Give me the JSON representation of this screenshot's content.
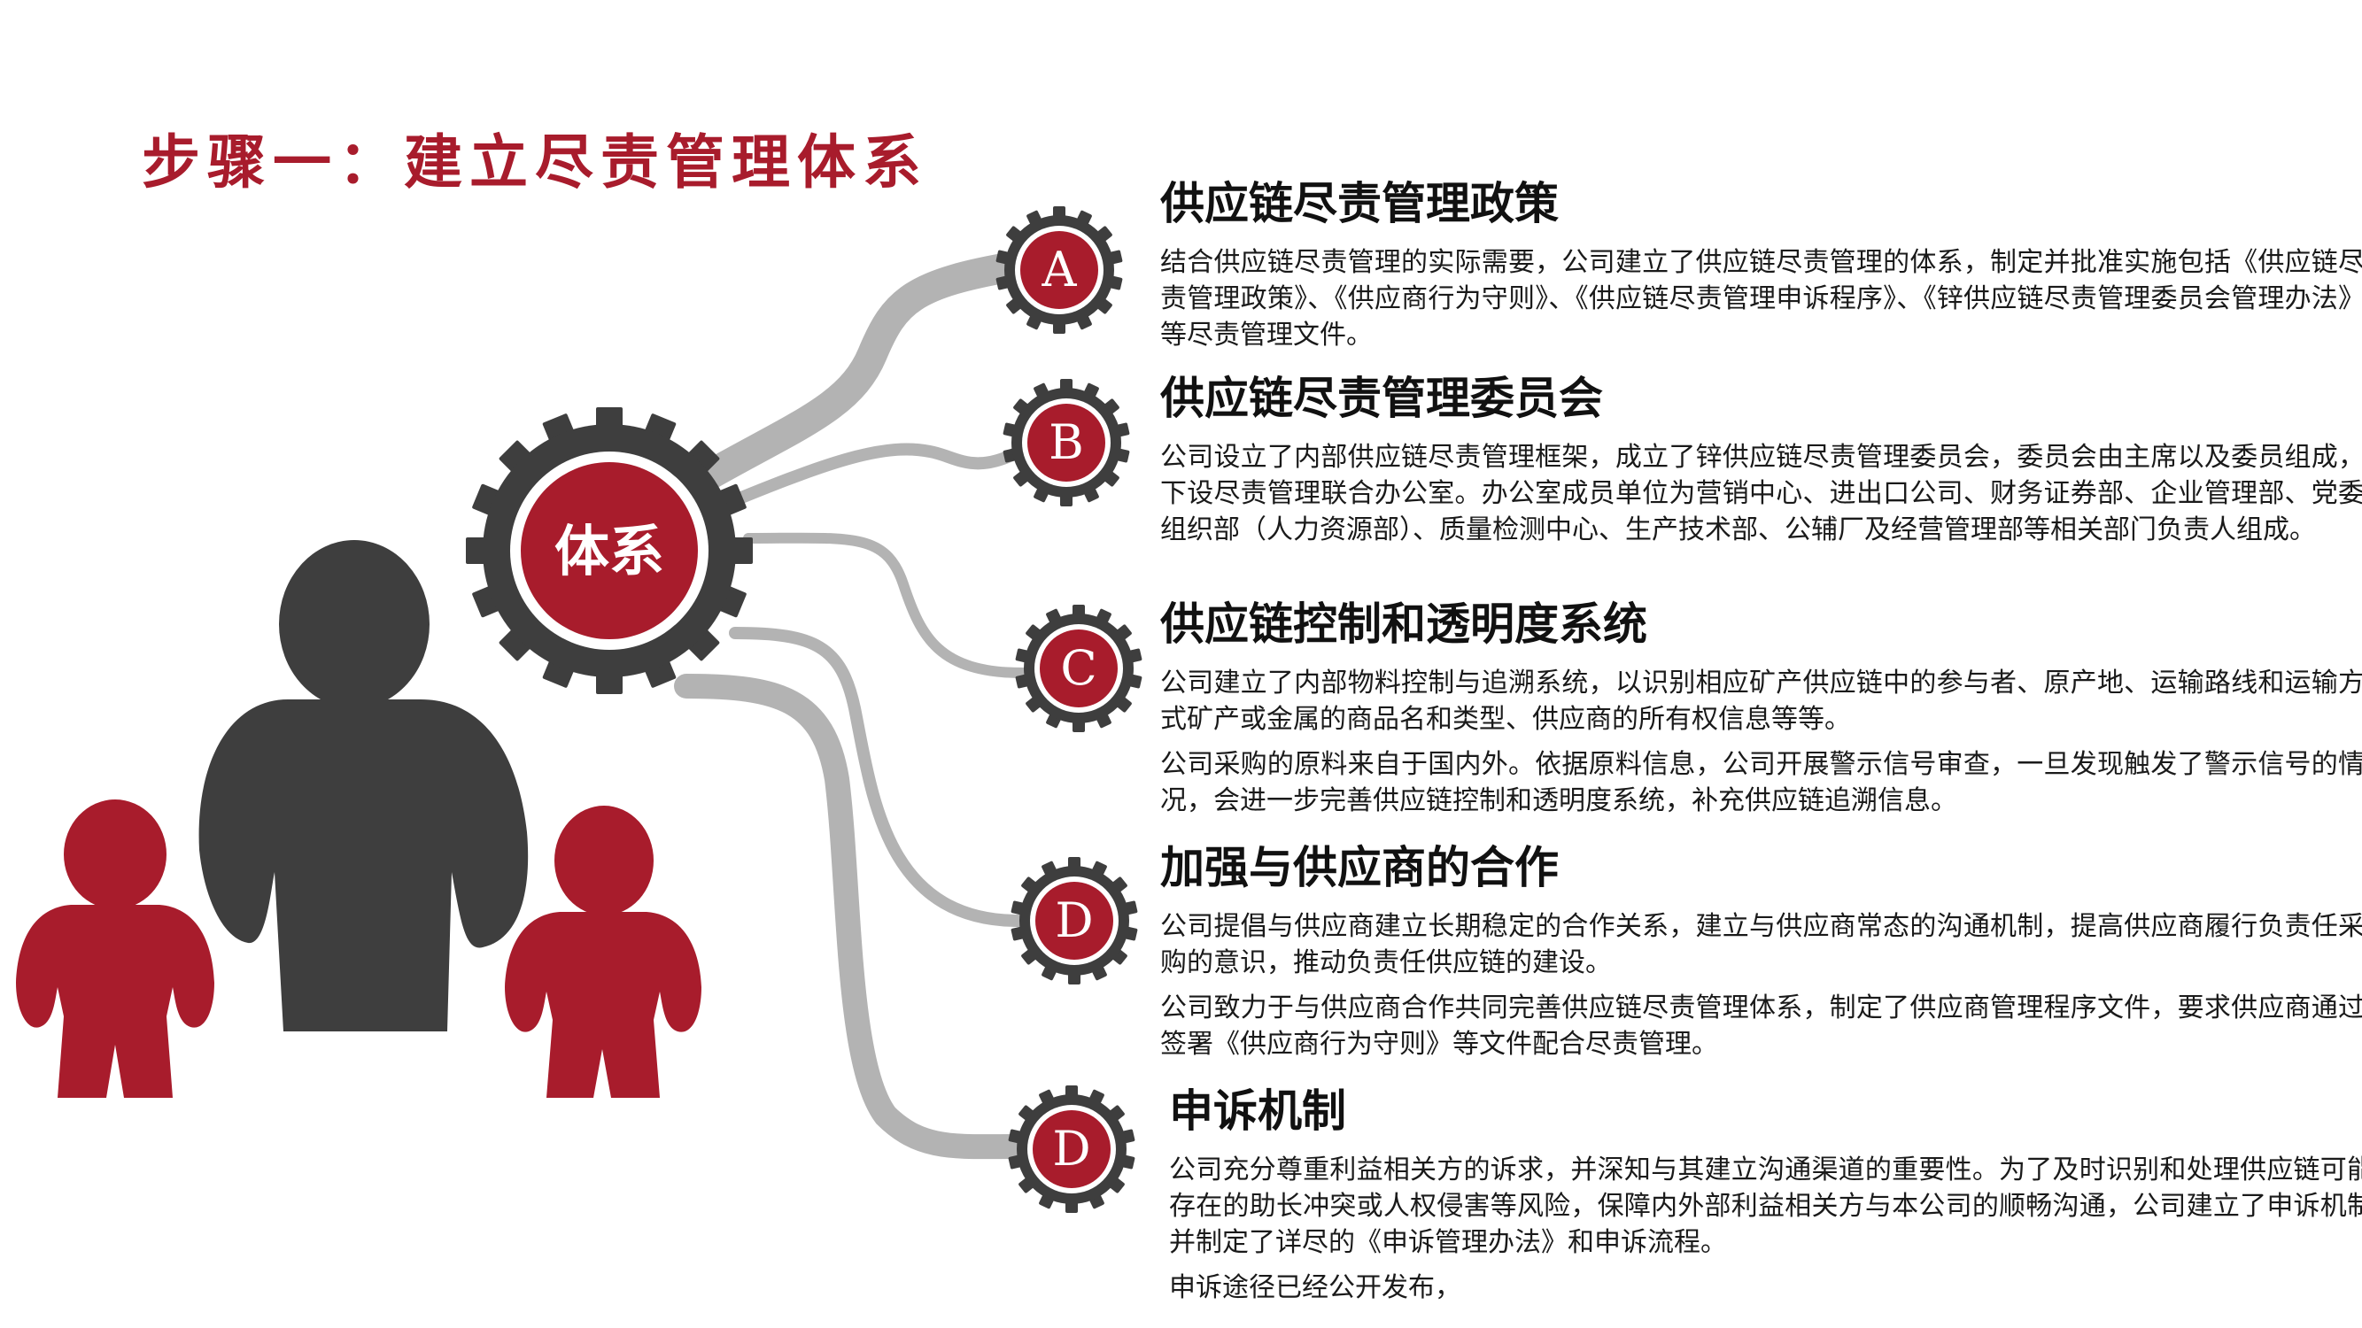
{
  "title": "步骤一：建立尽责管理体系",
  "hub": {
    "label": "体系"
  },
  "colors": {
    "accent": "#a81c2c",
    "gear": "#3e3e3e",
    "connector": "#b3b3b3",
    "figure_dark": "#3e3e3e"
  },
  "sections": [
    {
      "badge": "A",
      "heading": "供应链尽责管理政策",
      "paragraphs": [
        "结合供应链尽责管理的实际需要，公司建立了供应链尽责管理的体系，制定并批准实施包括《供应链尽责管理政策》、《供应商行为守则》、《供应链尽责管理申诉程序》、《锌供应链尽责管理委员会管理办法》等尽责管理文件。"
      ]
    },
    {
      "badge": "B",
      "heading": "供应链尽责管理委员会",
      "paragraphs": [
        "公司设立了内部供应链尽责管理框架，成立了锌供应链尽责管理委员会，委员会由主席以及委员组成，下设尽责管理联合办公室。办公室成员单位为营销中心、进出口公司、财务证券部、企业管理部、党委组织部（人力资源部）、质量检测中心、生产技术部、公辅厂及经营管理部等相关部门负责人组成。"
      ]
    },
    {
      "badge": "C",
      "heading": "供应链控制和透明度系统",
      "paragraphs": [
        "公司建立了内部物料控制与追溯系统，以识别相应矿产供应链中的参与者、原产地、运输路线和运输方式矿产或金属的商品名和类型、供应商的所有权信息等等。",
        "公司采购的原料来自于国内外。依据原料信息，公司开展警示信号审查，一旦发现触发了警示信号的情况，会进一步完善供应链控制和透明度系统，补充供应链追溯信息。"
      ]
    },
    {
      "badge": "D",
      "heading": "加强与供应商的合作",
      "paragraphs": [
        "公司提倡与供应商建立长期稳定的合作关系，建立与供应商常态的沟通机制，提高供应商履行负责任采购的意识，推动负责任供应链的建设。",
        "公司致力于与供应商合作共同完善供应链尽责管理体系，制定了供应商管理程序文件，要求供应商通过签署《供应商行为守则》等文件配合尽责管理。"
      ]
    },
    {
      "badge": "D",
      "heading": "申诉机制",
      "paragraphs": [
        "公司充分尊重利益相关方的诉求，并深知与其建立沟通渠道的重要性。为了及时识别和处理供应链可能存在的助长冲突或人权侵害等风险，保障内外部利益相关方与本公司的顺畅沟通，公司建立了申诉机制并制定了详尽的《申诉管理办法》和申诉流程。",
        "申诉途径已经公开发布，"
      ]
    }
  ]
}
